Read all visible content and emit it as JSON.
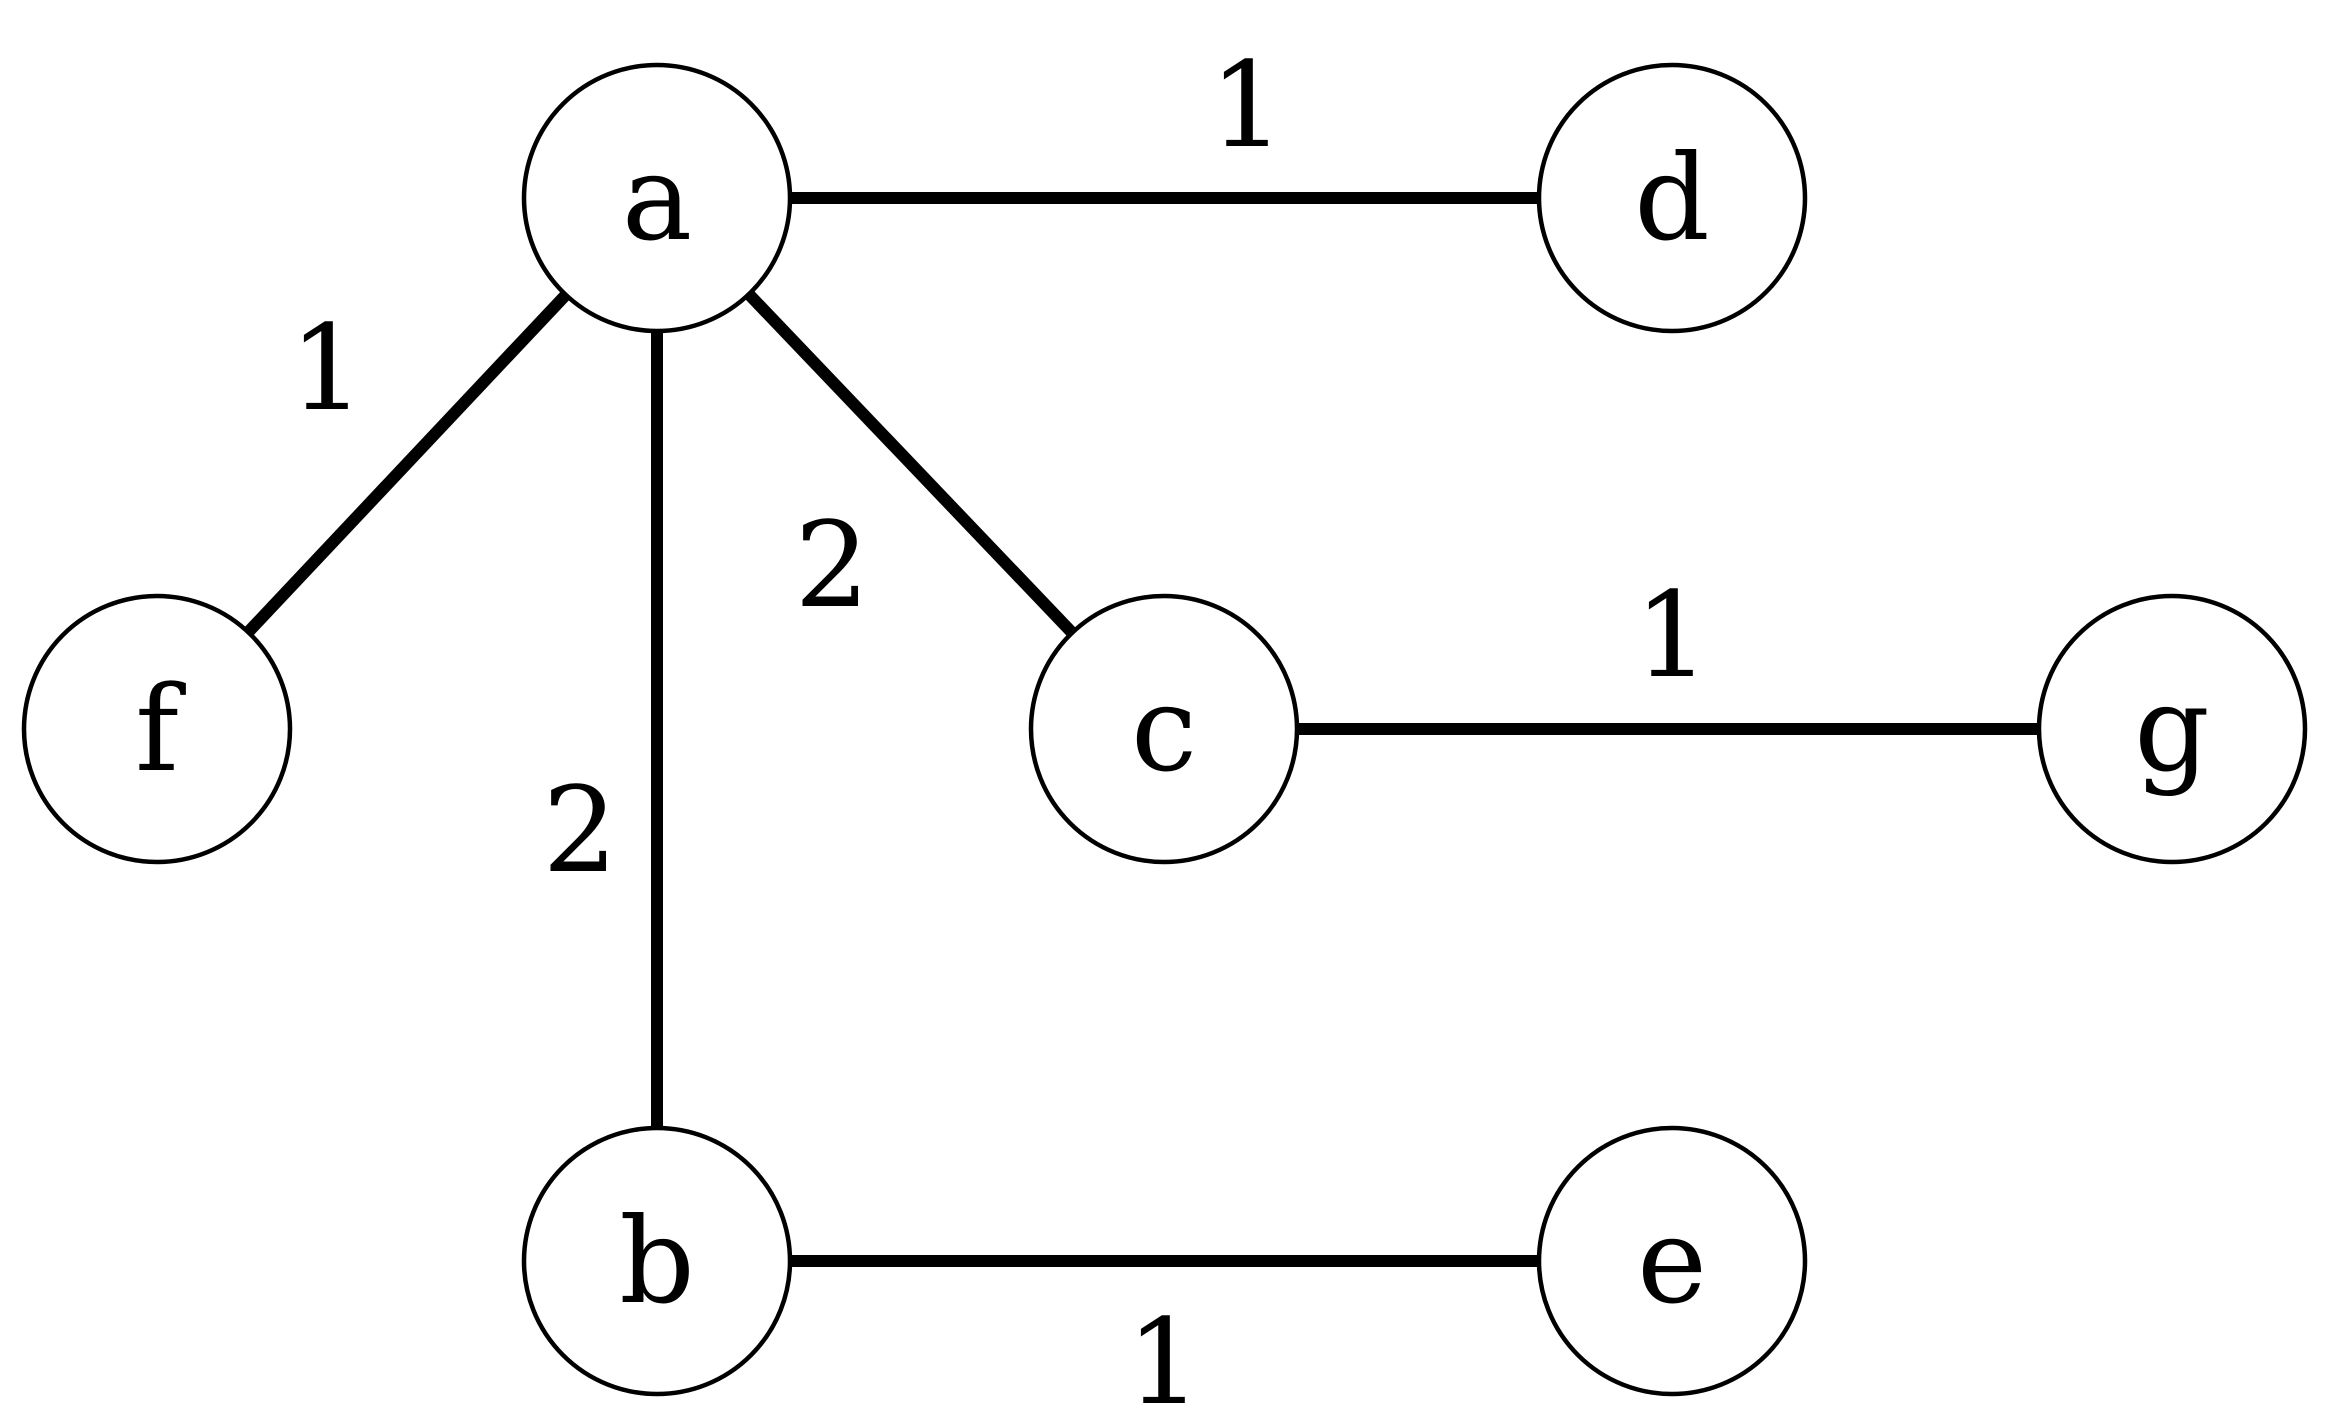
{
  "graph": {
    "nodes": [
      {
        "id": "a",
        "label": "a"
      },
      {
        "id": "b",
        "label": "b"
      },
      {
        "id": "c",
        "label": "c"
      },
      {
        "id": "d",
        "label": "d"
      },
      {
        "id": "e",
        "label": "e"
      },
      {
        "id": "f",
        "label": "f"
      },
      {
        "id": "g",
        "label": "g"
      }
    ],
    "edges": [
      {
        "from": "a",
        "to": "d",
        "weight": "1"
      },
      {
        "from": "a",
        "to": "f",
        "weight": "1"
      },
      {
        "from": "a",
        "to": "b",
        "weight": "2"
      },
      {
        "from": "a",
        "to": "c",
        "weight": "2"
      },
      {
        "from": "c",
        "to": "g",
        "weight": "1"
      },
      {
        "from": "b",
        "to": "e",
        "weight": "1"
      }
    ]
  },
  "colors": {
    "stroke": "#000000",
    "fill": "#ffffff"
  }
}
